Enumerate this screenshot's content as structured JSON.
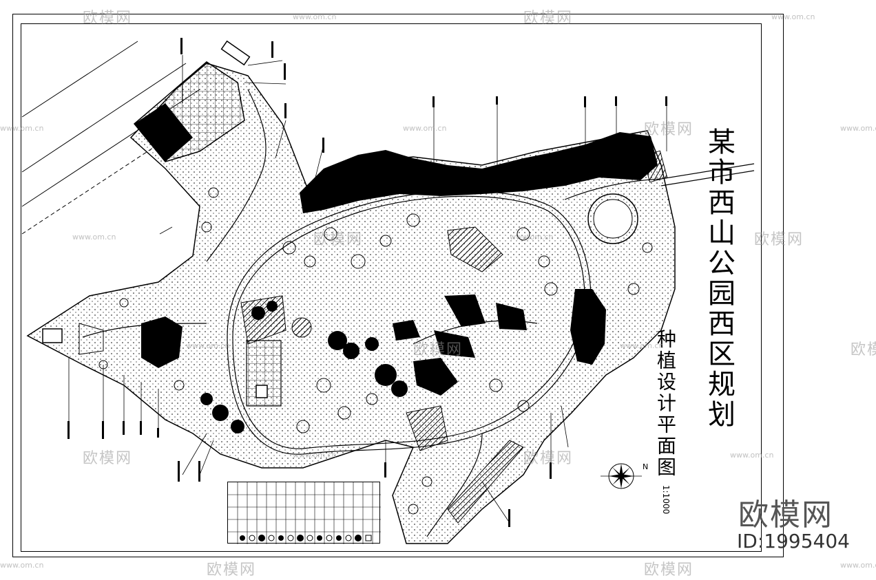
{
  "title": "某市西山公园西区规划",
  "subtitle": "种植设计平面图",
  "scale": "1:1000",
  "north_label": "N",
  "watermark": {
    "brand": "欧模网",
    "url": "www.om.cn",
    "id": "ID:1995404"
  },
  "colors": {
    "ink": "#000000",
    "paper": "#ffffff",
    "watermark": "#9a9a9a"
  }
}
